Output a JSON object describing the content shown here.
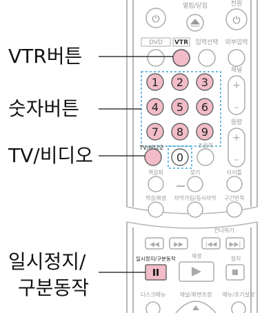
{
  "labels": {
    "vtr": "VTR버튼",
    "numeric": "숫자버튼",
    "tv_video": "TV/비디오",
    "pause_line1": "일시정지/",
    "pause_line2": "구분동작"
  },
  "remote_top": {
    "power_left": "⏻",
    "eject_label": "열림/닫힘",
    "power_right_label": "전원",
    "dvd": "DVD",
    "vtr": "VTR",
    "input_select": "입력선택",
    "external_input": "외부입력",
    "channel": "채널",
    "volume": "음량",
    "plus": "+",
    "minus": "–",
    "digits": [
      "1",
      "2",
      "3",
      "4",
      "5",
      "6",
      "7",
      "8",
      "9",
      "0"
    ],
    "tv_video_small": "TV/비디오",
    "view_mode": "조용히",
    "bookmark": "책갈피",
    "ani": "찾기",
    "timer": "타이틀",
    "learn_play": "학습재생",
    "subtitle": "자막가림/동시자막",
    "section_repeat": "구간반복"
  },
  "remote_bottom": {
    "skip_label": "건너뛰기",
    "pause_small": "일시정지/구분동작",
    "play": "재생",
    "stop": "정지",
    "disc_menu": "디스크메뉴",
    "channel_screen": "채널/화면조정",
    "menu_setup": "메뉴/초기설정"
  },
  "colors": {
    "accent_pink": "#f2bcc9",
    "dotted": "#3aa0d4",
    "gray": "#b5b5b5"
  }
}
